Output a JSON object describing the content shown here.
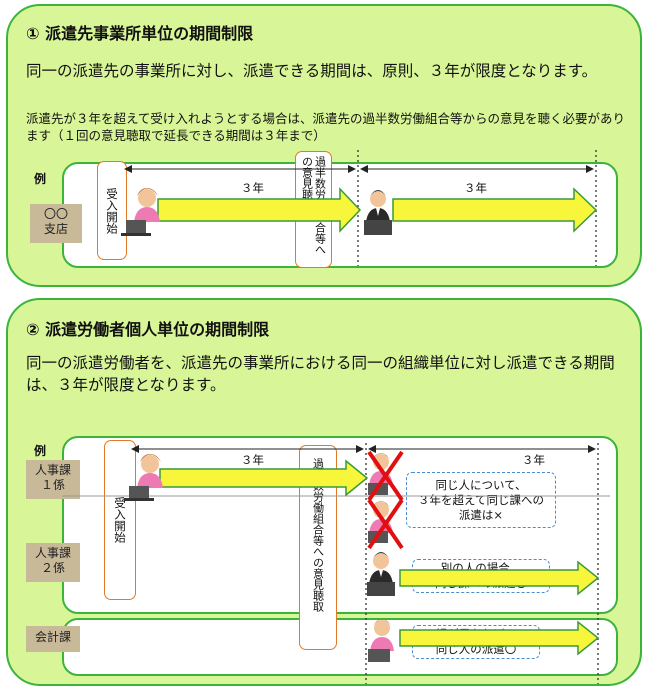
{
  "section1": {
    "title": "① 派遣先事業所単位の期間制限",
    "main_text": "同一の派遣先の事業所に対し、派遣できる期間は、原則、３年が限度となります。",
    "sub_text": "派遣先が３年を超えて受け入れようとする場合は、派遣先の過半数労働組合等からの意見を聴く必要があります（１回の意見聴取で延長できる期間は３年まで）",
    "example_label": "例",
    "branch_label": "〇〇\n支店",
    "start_label": "受入開始",
    "hearing_label": "過半数労働組合等への意見聴取",
    "period_1": "３年",
    "period_2": "３年"
  },
  "section2": {
    "title": "② 派遣労働者個人単位の期間制限",
    "main_text": "同一の派遣労働者を、派遣先の事業所における同一の組織単位に対し派遣できる期間は、３年が限度となります。",
    "example_label": "例",
    "rows": [
      {
        "label": "人事課\n１係"
      },
      {
        "label": "人事課\n２係"
      },
      {
        "label": "会計課"
      }
    ],
    "start_label": "受入開始",
    "hearing_label": "過半数労働組合等への意見聴取",
    "period_1": "３年",
    "period_2": "３年",
    "callout_1": "同じ人について、\n３年を超えて同じ課への\n派遣は×",
    "callout_2": "別の人の場合、\n同じ課への派遣〇",
    "callout_3": "課が異なれば、\n同じ人の派遣〇"
  },
  "colors": {
    "panel_bg": "#d8f597",
    "panel_border": "#3cb43c",
    "arrow_fill": "#f7f63a",
    "arrow_stroke": "#3a9a3a",
    "hearing_border": "#e07a28",
    "cross": "#e01010",
    "label_bg": "#c8b998",
    "callout_border": "#4a8cd0"
  }
}
